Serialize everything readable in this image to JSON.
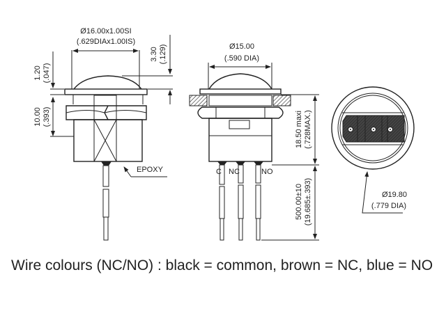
{
  "left_view": {
    "diameter_mm": "Ø16.00x1.00SI",
    "diameter_in": "(.629DIAx1.00IS)",
    "flange_mm": "1.20",
    "flange_in": "(.047)",
    "thread_mm": "10.00",
    "thread_in": "(.393)",
    "dome_mm": "3.30",
    "dome_in": "(.129)",
    "epoxy_label": "EPOXY"
  },
  "side_view": {
    "diameter_mm": "Ø15.00",
    "diameter_in": "(.590 DIA)",
    "height_mm": "18.50 maxi",
    "height_in": "(.728MAX.)",
    "wire_mm": "500.00±10",
    "wire_in": "(19.685±.393)",
    "terminal_c": "C",
    "terminal_nc": "NC",
    "terminal_no": "NO"
  },
  "bottom_view": {
    "diameter_mm": "Ø19.80",
    "diameter_in": "(.779 DIA)"
  },
  "caption": "Wire colours (NC/NO) : black = common, brown = NC, blue = NO"
}
